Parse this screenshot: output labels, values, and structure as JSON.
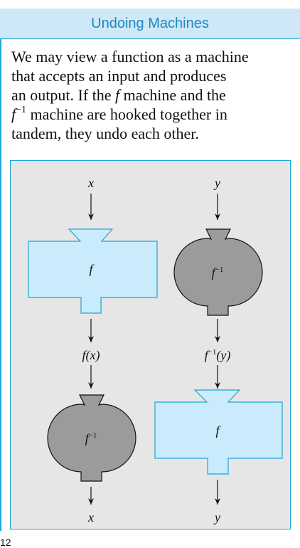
{
  "header": {
    "title": "Undoing Machines"
  },
  "body": {
    "line1": "We may view a function as a machine",
    "line2": "that accepts an input and produces",
    "line3_a": "an output. If the ",
    "line3_f": "f",
    "line3_b": " machine and the",
    "line4_f": "f",
    "line4_sup": "−1",
    "line4_b": " machine are hooked together in",
    "line5": "tandem, they undo each other."
  },
  "figure": {
    "left_column": {
      "input": "x",
      "machine1_label": "f",
      "middle": "f(x)",
      "machine2_label_base": "f",
      "machine2_label_sup": "−1",
      "output": "x"
    },
    "right_column": {
      "input": "y",
      "machine1_label_base": "f",
      "machine1_label_sup": "−1",
      "middle_base": "f",
      "middle_sup": "−1",
      "middle_arg": "(y)",
      "machine2_label": "f",
      "output": "y"
    }
  },
  "colors": {
    "accent": "#1ea6d6",
    "header_bg": "#cfe8f7",
    "f_machine": "#c9ebfb",
    "finv_machine": "#9b9b9b",
    "figure_bg": "#e6e6e6"
  },
  "corner_text": "12"
}
